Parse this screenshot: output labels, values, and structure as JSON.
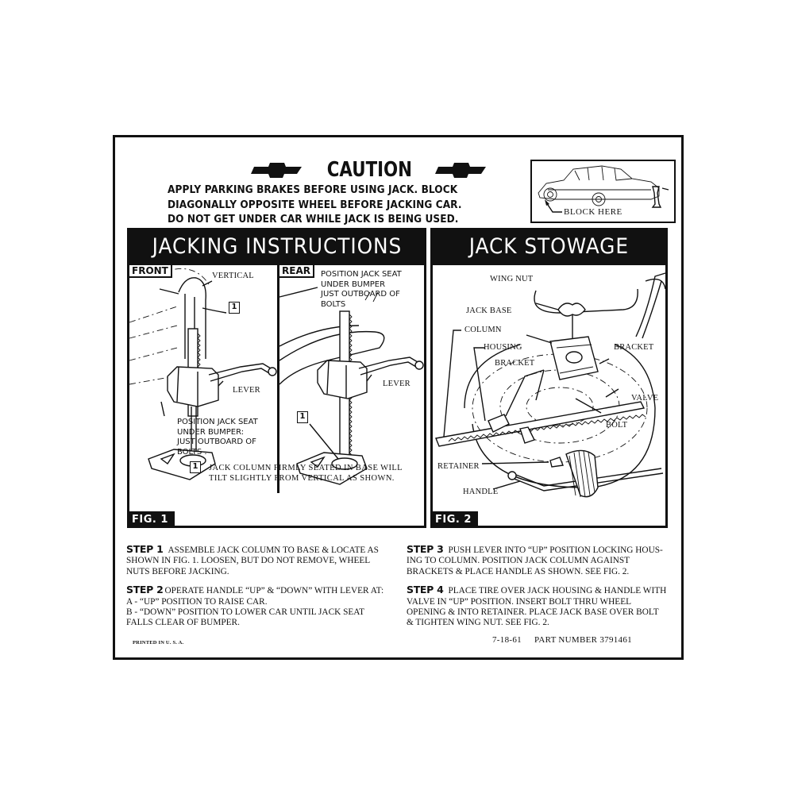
{
  "caution": {
    "title": "CAUTION",
    "lines": [
      "APPLY PARKING BRAKES BEFORE USING JACK. BLOCK",
      "DIAGONALLY OPPOSITE WHEEL BEFORE JACKING CAR.",
      "DO NOT GET UNDER CAR WHILE JACK IS BEING USED."
    ],
    "icons": [
      "bowtie-emblem-icon",
      "bowtie-emblem-icon"
    ]
  },
  "block_diagram": {
    "label": "BLOCK HERE",
    "illustration": "car-with-jack-illustration"
  },
  "jacking": {
    "title": "JACKING INSTRUCTIONS",
    "front": {
      "tag": "FRONT",
      "label_vertical": "VERTICAL",
      "callout_number": "1",
      "label_lever": "LEVER",
      "position_note": [
        "POSITION JACK SEAT",
        "UNDER BUMPER:",
        "JUST OUTBOARD OF",
        "BOLTS ."
      ]
    },
    "rear": {
      "tag": "REAR",
      "position_note": [
        "POSITION JACK SEAT",
        "UNDER BUMPER",
        "JUST OUTBOARD OF",
        "BOLTS"
      ],
      "label_lever": "LEVER",
      "callout_number": "1"
    },
    "note": {
      "number": "1",
      "lines": [
        "JACK COLUMN FIRMLY SEATED IN BASE WILL",
        "TILT SLIGHTLY FROM VERTICAL AS SHOWN."
      ]
    },
    "fig_label": "FIG. 1"
  },
  "stowage": {
    "title": "JACK STOWAGE",
    "labels": {
      "wing_nut": "WING NUT",
      "jack_base": "JACK BASE",
      "column": "COLUMN",
      "housing": "HOUSING",
      "bracket_right": "BRACKET",
      "bracket_center": "BRACKET",
      "valve": "VALVE",
      "bolt": "BOLT",
      "retainer": "RETAINER",
      "handle": "HANDLE"
    },
    "fig_label": "FIG. 2"
  },
  "steps": [
    {
      "head": "STEP 1",
      "lines": [
        "ASSEMBLE JACK COLUMN TO BASE & LOCATE AS",
        "SHOWN IN FIG. 1. LOOSEN, BUT DO NOT REMOVE, WHEEL",
        "NUTS BEFORE JACKING."
      ]
    },
    {
      "head": "STEP 2",
      "lines": [
        "OPERATE HANDLE “UP” & “DOWN” WITH LEVER AT:",
        "A - “UP” POSITION TO RAISE CAR.",
        "B - “DOWN” POSITION TO LOWER CAR UNTIL JACK SEAT",
        "FALLS CLEAR OF BUMPER."
      ]
    },
    {
      "head": "STEP 3",
      "lines": [
        "PUSH LEVER INTO “UP” POSITION LOCKING HOUS-",
        "ING TO COLUMN. POSITION JACK COLUMN AGAINST",
        "BRACKETS & PLACE HANDLE AS SHOWN.  SEE FIG. 2."
      ]
    },
    {
      "head": "STEP 4",
      "lines": [
        "PLACE TIRE OVER JACK HOUSING & HANDLE WITH",
        "VALVE IN “UP” POSITION. INSERT BOLT THRU WHEEL",
        "OPENING & INTO RETAINER. PLACE JACK BASE OVER BOLT",
        "& TIGHTEN WING NUT. SEE FIG. 2."
      ]
    }
  ],
  "footer": {
    "printed": "PRINTED IN U. S. A.",
    "date": "7-18-61",
    "part_number": "PART NUMBER 3791461"
  },
  "colors": {
    "ink": "#111111",
    "paper": "#ffffff"
  }
}
